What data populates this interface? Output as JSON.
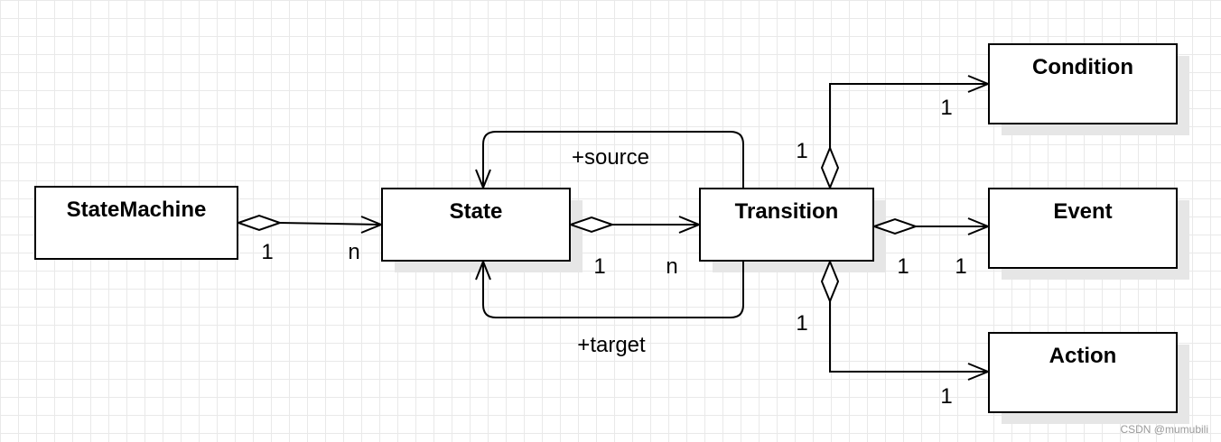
{
  "diagram": {
    "classes": {
      "state_machine": "StateMachine",
      "state": "State",
      "transition": "Transition",
      "condition": "Condition",
      "event": "Event",
      "action": "Action"
    },
    "labels": {
      "source_role": "+source",
      "target_role": "+target",
      "sm_state_mult_from": "1",
      "sm_state_mult_to": "n",
      "state_transition_mult_from": "1",
      "state_transition_mult_to": "n",
      "transition_condition_mult_from": "1",
      "transition_condition_mult_to": "1",
      "transition_event_mult_from": "1",
      "transition_event_mult_to": "1",
      "transition_action_mult_from": "1",
      "transition_action_mult_to": "1"
    }
  },
  "watermark": "CSDN @mumubili"
}
